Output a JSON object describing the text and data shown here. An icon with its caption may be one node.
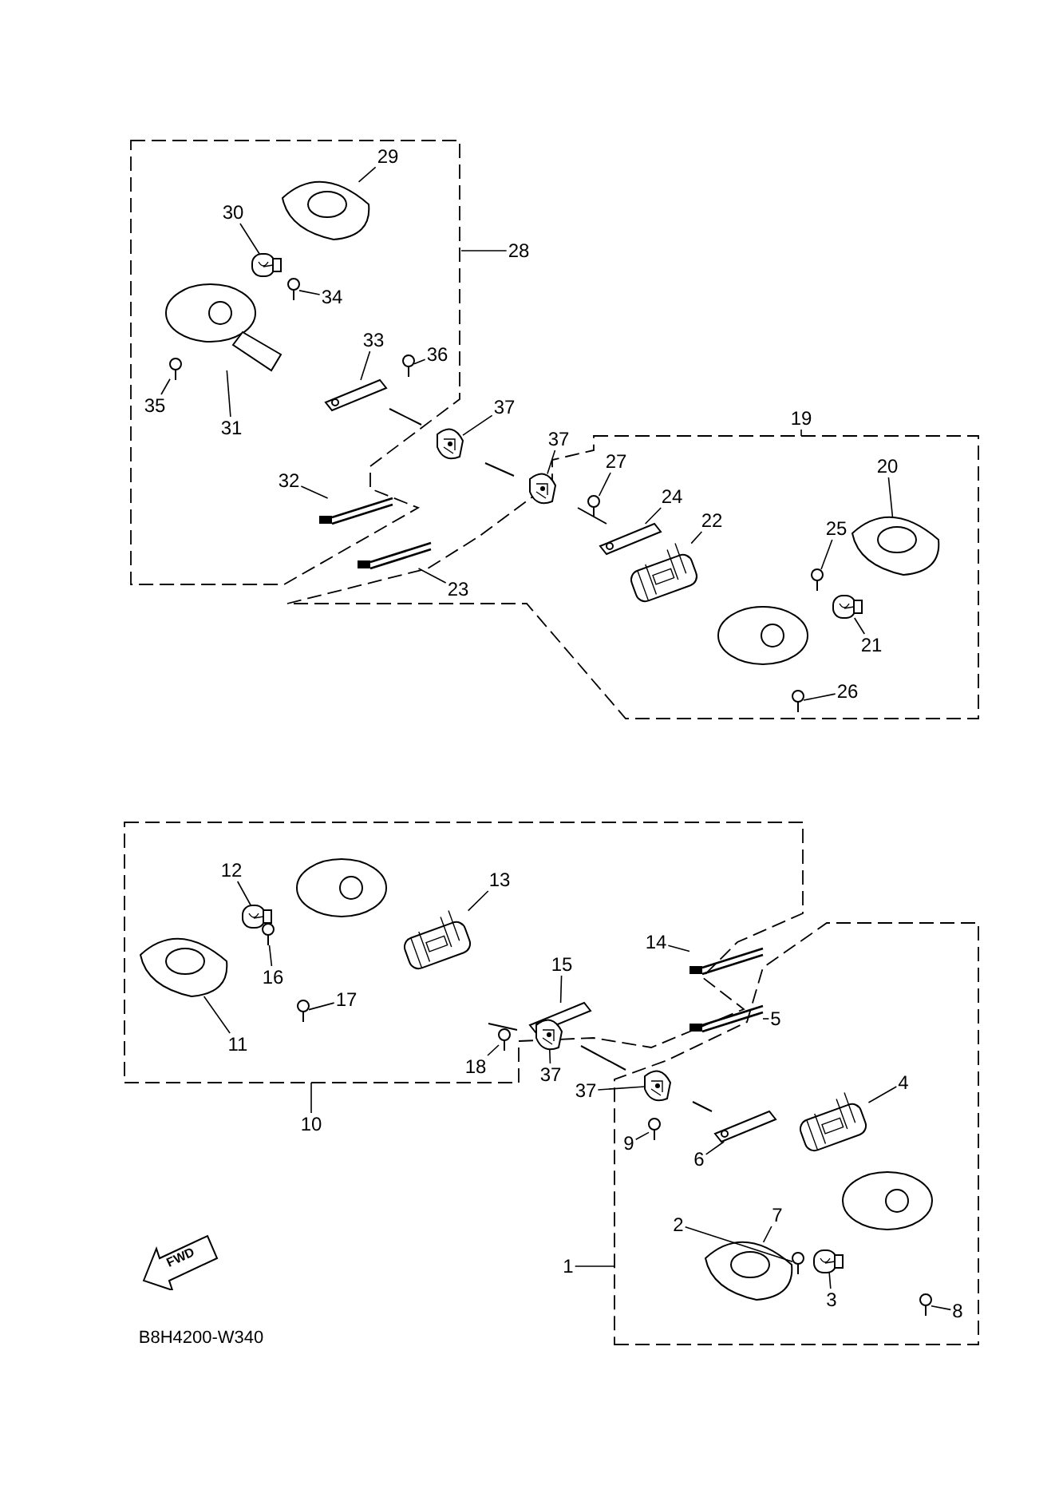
{
  "diagram": {
    "nodes": [
      {
        "text": [
          "29"
        ]
      },
      {
        "text": [
          "30"
        ]
      },
      {
        "text": [
          "28"
        ]
      },
      {
        "text": [
          "34"
        ]
      },
      {
        "text": [
          "33"
        ]
      },
      {
        "text": [
          "36"
        ]
      },
      {
        "text": [
          "35"
        ]
      },
      {
        "text": [
          "37"
        ]
      },
      {
        "text": [
          "19"
        ]
      },
      {
        "text": [
          "31"
        ]
      },
      {
        "text": [
          "37"
        ]
      },
      {
        "text": [
          "27"
        ]
      },
      {
        "text": [
          "20"
        ]
      },
      {
        "text": [
          "32"
        ]
      },
      {
        "text": [
          "24"
        ]
      },
      {
        "text": [
          "22"
        ]
      },
      {
        "text": [
          "25"
        ]
      },
      {
        "text": [
          "23"
        ]
      },
      {
        "text": [
          "21"
        ]
      },
      {
        "text": [
          "26"
        ]
      },
      {
        "text": [
          "12"
        ]
      },
      {
        "text": [
          "13"
        ]
      },
      {
        "text": [
          "14"
        ]
      },
      {
        "text": [
          "16"
        ]
      },
      {
        "text": [
          "15"
        ]
      },
      {
        "text": [
          "17"
        ]
      },
      {
        "text": [
          "5"
        ]
      },
      {
        "text": [
          "11"
        ]
      },
      {
        "text": [
          "18"
        ]
      },
      {
        "text": [
          "37"
        ]
      },
      {
        "text": [
          "4"
        ]
      },
      {
        "text": [
          "37"
        ]
      },
      {
        "text": [
          "10"
        ]
      },
      {
        "text": [
          "9"
        ]
      },
      {
        "text": [
          "6"
        ]
      },
      {
        "text": [
          "7"
        ]
      },
      {
        "text": [
          "2"
        ]
      },
      {
        "text": [
          "1"
        ]
      },
      {
        "text": [
          "3"
        ]
      },
      {
        "text": [
          "8"
        ]
      },
      {
        "text": [],
        "shape": "picture"
      },
      {
        "text": [],
        "shape": "picture"
      },
      {
        "text": [],
        "shape": "picture"
      },
      {
        "text": [],
        "shape": "picture"
      },
      {
        "text": [],
        "shape": "picture"
      },
      {
        "text": [],
        "shape": "picture"
      },
      {
        "text": [],
        "shape": "picture"
      },
      {
        "text": [],
        "shape": "picture"
      },
      {
        "text": [],
        "shape": "picture"
      },
      {
        "text": [],
        "shape": "picture"
      },
      {
        "text": [],
        "shape": "picture"
      },
      {
        "text": [],
        "shape": "picture"
      },
      {
        "text": [],
        "shape": "picture"
      },
      {
        "text": [],
        "shape": "picture"
      },
      {
        "text": [],
        "shape": "picture"
      },
      {
        "text": [],
        "shape": "picture"
      },
      {
        "text": [],
        "shape": "picture"
      },
      {
        "text": [],
        "shape": "picture"
      },
      {
        "text": [],
        "shape": "picture"
      },
      {
        "text": [],
        "shape": "picture"
      },
      {
        "text": [],
        "shape": "picture"
      },
      {
        "text": [],
        "shape": "picture"
      },
      {
        "text": [],
        "shape": "picture"
      },
      {
        "text": [],
        "shape": "picture"
      },
      {
        "text": [],
        "shape": "picture"
      },
      {
        "text": [],
        "shape": "picture"
      },
      {
        "text": [],
        "shape": "picture"
      },
      {
        "text": [],
        "shape": "picture"
      },
      {
        "text": [],
        "shape": "picture"
      },
      {
        "text": [],
        "shape": "picture"
      },
      {
        "text": [],
        "shape": "picture"
      },
      {
        "text": [],
        "shape": "picture"
      },
      {
        "text": [],
        "shape": "picture"
      },
      {
        "text": [],
        "shape": "picture"
      },
      {
        "text": [],
        "shape": "picture"
      },
      {
        "text": [],
        "shape": "picture"
      },
      {
        "text": [
          "FWD"
        ]
      }
    ],
    "edges": [
      {
        "from": 0,
        "to": 40,
        "arrow": "none"
      },
      {
        "from": 1,
        "to": 41,
        "arrow": "none"
      },
      {
        "from": 2,
        "to": null,
        "arrow": "none"
      },
      {
        "from": 3,
        "to": 42,
        "arrow": "none"
      },
      {
        "from": 4,
        "to": 43,
        "arrow": "none"
      },
      {
        "from": 5,
        "to": 44,
        "arrow": "none"
      },
      {
        "from": 6,
        "to": 45,
        "arrow": "none"
      },
      {
        "from": 7,
        "to": 46,
        "arrow": "none"
      },
      {
        "from": 8,
        "to": null,
        "arrow": "none"
      },
      {
        "from": 9,
        "to": 47,
        "arrow": "none"
      },
      {
        "from": 10,
        "to": 48,
        "arrow": "none"
      },
      {
        "from": 11,
        "to": 49,
        "arrow": "none"
      },
      {
        "from": 12,
        "to": 50,
        "arrow": "none"
      },
      {
        "from": 13,
        "to": 51,
        "arrow": "none"
      },
      {
        "from": 14,
        "to": 52,
        "arrow": "none"
      },
      {
        "from": 15,
        "to": 53,
        "arrow": "none"
      },
      {
        "from": 16,
        "to": 54,
        "arrow": "none"
      },
      {
        "from": 17,
        "to": 55,
        "arrow": "none"
      },
      {
        "from": 18,
        "to": 56,
        "arrow": "none"
      },
      {
        "from": 19,
        "to": 57,
        "arrow": "none"
      },
      {
        "from": 20,
        "to": 58,
        "arrow": "none"
      },
      {
        "from": 21,
        "to": 59,
        "arrow": "none"
      },
      {
        "from": 22,
        "to": 60,
        "arrow": "none"
      },
      {
        "from": 23,
        "to": 61,
        "arrow": "none"
      },
      {
        "from": 24,
        "to": 62,
        "arrow": "none"
      },
      {
        "from": 25,
        "to": 63,
        "arrow": "none"
      },
      {
        "from": 26,
        "to": 64,
        "arrow": "none"
      },
      {
        "from": 27,
        "to": 65,
        "arrow": "none"
      },
      {
        "from": 28,
        "to": 66,
        "arrow": "none"
      },
      {
        "from": 29,
        "to": 67,
        "arrow": "none"
      },
      {
        "from": 30,
        "to": 68,
        "arrow": "none"
      },
      {
        "from": 31,
        "to": 69,
        "arrow": "none"
      },
      {
        "from": 32,
        "to": null,
        "arrow": "none"
      },
      {
        "from": 33,
        "to": 70,
        "arrow": "none"
      },
      {
        "from": 34,
        "to": 71,
        "arrow": "none"
      },
      {
        "from": 35,
        "to": 72,
        "arrow": "none"
      },
      {
        "from": 36,
        "to": 73,
        "arrow": "none"
      },
      {
        "from": 37,
        "to": null,
        "arrow": "none"
      },
      {
        "from": 38,
        "to": 74,
        "arrow": "none"
      },
      {
        "from": 39,
        "to": 75,
        "arrow": "none"
      }
    ],
    "labels": [
      "B8H4200-W340"
    ]
  }
}
